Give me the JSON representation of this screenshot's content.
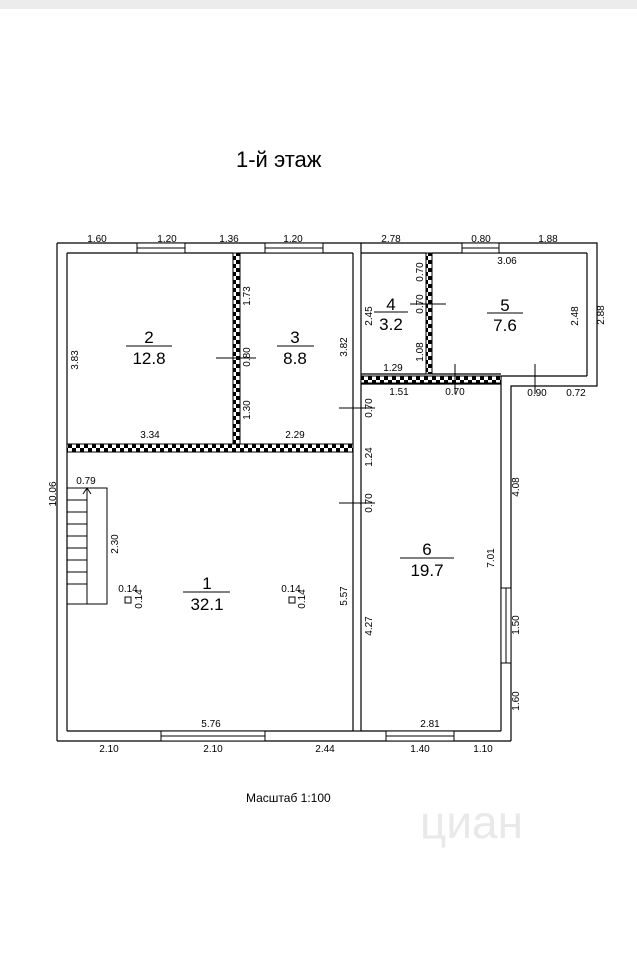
{
  "title": "1-й этаж",
  "scale": "Масштаб 1:100",
  "watermark": "циан",
  "rooms": [
    {
      "number": "1",
      "area": "32.1"
    },
    {
      "number": "2",
      "area": "12.8"
    },
    {
      "number": "3",
      "area": "8.8"
    },
    {
      "number": "4",
      "area": "3.2"
    },
    {
      "number": "5",
      "area": "7.6"
    },
    {
      "number": "6",
      "area": "19.7"
    }
  ],
  "dimensions": {
    "top_1": "1.60",
    "top_2": "1.20",
    "top_3": "1.36",
    "top_4": "1.20",
    "top_5": "2.78",
    "top_6": "0.80",
    "top_7": "1.88",
    "r5_top": "3.06",
    "r5_right": "2.48",
    "right_outer": "2.88",
    "r5_bottom_1": "0.90",
    "r5_bottom_2": "0.72",
    "r4_height": "2.45",
    "r4_wall_top": "0.70",
    "r4_wall_mid": "0.70",
    "r4_wall_low": "1.08",
    "r4_bottom": "1.29",
    "r6_top_1": "1.51",
    "r6_top_2": "0.70",
    "r2_height": "3.83",
    "r23_wall_top": "1.73",
    "r23_wall_mid": "0.80",
    "r23_wall_low": "1.30",
    "r3_height": "3.82",
    "r3_door": "0.70",
    "r1_wall_left": "3.34",
    "r1_wall_right": "2.29",
    "r16_wall": "1.24",
    "r16_door": "0.70",
    "r1_height": "5.57",
    "r6_low": "4.27",
    "left_total": "10.06",
    "stair_width": "0.79",
    "stair_length": "2.30",
    "col_left_x": "0.14",
    "col_left_y": "0.14",
    "col_right_x": "0.14",
    "col_right_y": "0.14",
    "r1_width": "5.76",
    "r6_width": "2.81",
    "r6_height": "7.01",
    "right_wall_top": "4.08",
    "right_window": "1.50",
    "right_wall_low": "1.60",
    "bottom_1": "2.10",
    "bottom_2": "2.10",
    "bottom_3": "2.44",
    "bottom_4": "1.40",
    "bottom_5": "1.10"
  }
}
